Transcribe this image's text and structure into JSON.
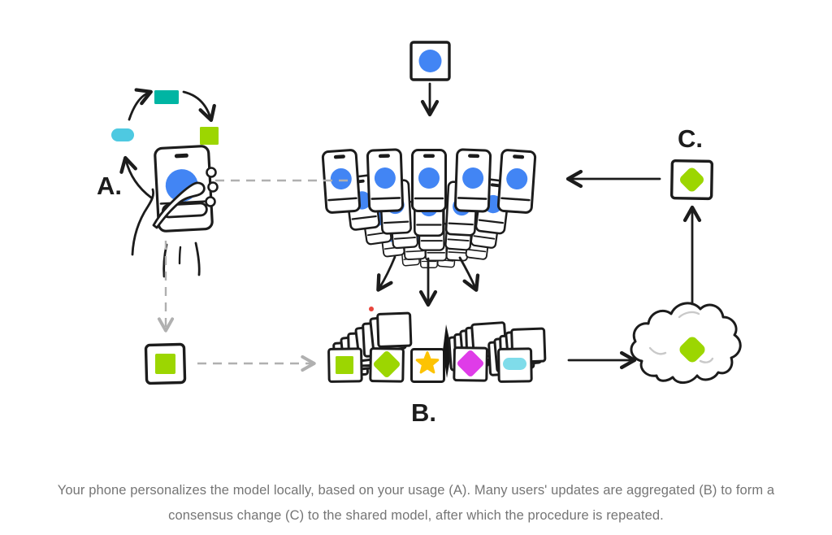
{
  "labels": {
    "step_a": "A.",
    "step_b": "B.",
    "step_c": "C."
  },
  "caption": {
    "line1": "Your phone personalizes the model locally, based on your usage (A). Many users' updates are aggregated (B) to form a",
    "line2": "consensus change (C) to the shared model, after which the procedure is repeated."
  },
  "colors": {
    "model_blue": "#4285f4",
    "teal": "#00b5a3",
    "cyan_pill": "#4ec9e1",
    "light_cyan_pill": "#7fdcea",
    "green": "#9cd601",
    "star_yellow": "#fdc303",
    "magenta": "#df3ce8",
    "red_dot": "#e8453c",
    "ink": "#1c1c1c",
    "dash_gray": "#b0b0b0",
    "caption_gray": "#757575"
  },
  "icons": {
    "shared_model": "square-with-blue-circle",
    "user_phone": "hand-holding-phone",
    "local_update": "square-with-green-square",
    "update_cards": "card-stacks-with-shapes",
    "aggregation": "cloud-with-green-diamond",
    "consensus_model": "square-with-green-diamond"
  }
}
